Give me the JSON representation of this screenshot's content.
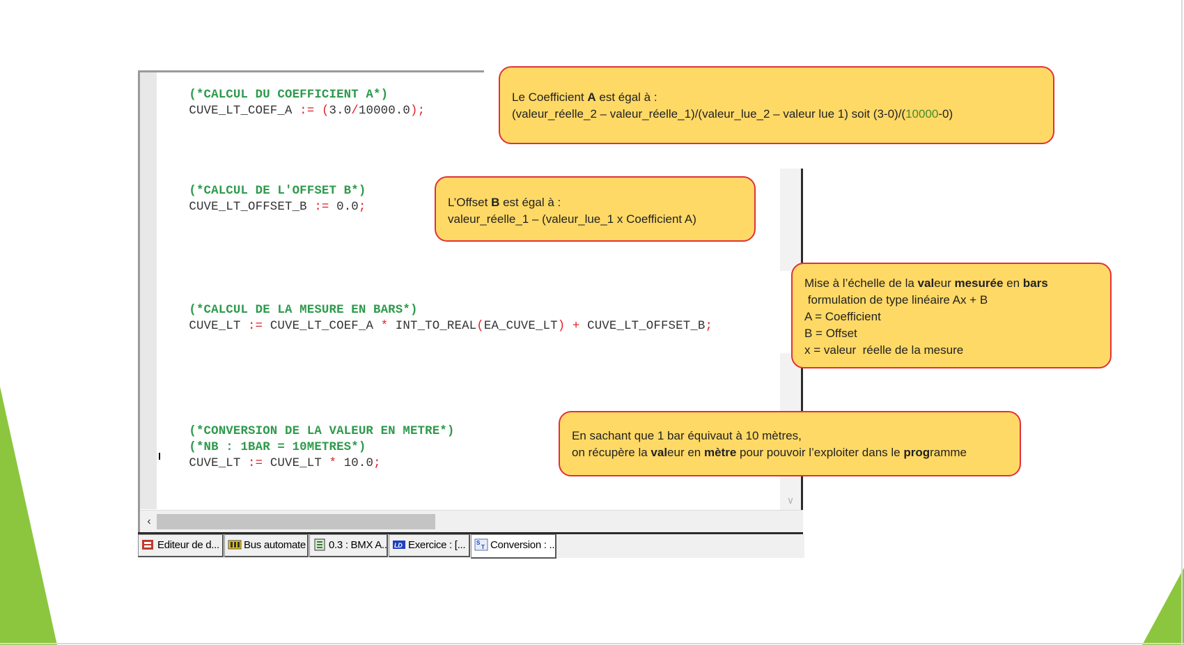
{
  "code": {
    "lines": [
      {
        "comment": "(*CALCUL DU COEFFICIENT A*)"
      },
      {
        "id": "CUVE_LT_COEF_A",
        "op1": " := ",
        "rest": "(3.0/10000.0);"
      },
      {
        "comment": "(*CALCUL DE L'OFFSET B*)"
      },
      {
        "id": "CUVE_LT_OFFSET_B",
        "op1": " := ",
        "rest": "0.0;"
      },
      {
        "comment": "(*CALCUL DE LA MESURE EN BARS*)"
      },
      {
        "id": "CUVE_LT",
        "op1": " := ",
        "rest": "CUVE_LT_COEF_A * INT_TO_REAL(EA_CUVE_LT) + CUVE_LT_OFFSET_B;"
      },
      {
        "comment": "(*CONVERSION DE LA VALEUR EN METRE*)"
      },
      {
        "comment": "(*NB : 1BAR = 10METRES*)"
      },
      {
        "id": "CUVE_LT",
        "op1": " := ",
        "rest": "CUVE_LT * 10.0;"
      }
    ]
  },
  "tabs": [
    {
      "label": "Editeur de d...",
      "icon": "data-editor-icon"
    },
    {
      "label": "Bus automate",
      "icon": "plc-bus-icon"
    },
    {
      "label": "0.3 : BMX A...",
      "icon": "module-icon"
    },
    {
      "label": "Exercice : [...",
      "icon": "ladder-diagram-icon"
    },
    {
      "label": "Conversion : ...",
      "icon": "structured-text-icon"
    }
  ],
  "callouts": {
    "coef": {
      "line1_pre": "Le Coefficient ",
      "line1_bold": "A",
      "line1_post": " est égal à :",
      "line2_pre": "(valeur_réelle_2 – valeur_réelle_1)/(valeur_lue_2 – valeur lue 1) soit (3-0)/(",
      "line2_green": "10000",
      "line2_post": "-0)"
    },
    "offset": {
      "line1_pre": "L’Offset ",
      "line1_bold": "B",
      "line1_post": " est égal à :",
      "line2": "valeur_réelle_1 – (valeur_lue_1 x Coefficient A)"
    },
    "scale": {
      "line1_a": "Mise à l’échelle de la ",
      "line1_b": "val",
      "line1_c": "eur ",
      "line1_d": "mesurée",
      "line1_e": " en ",
      "line1_f": "bars",
      "line2": " formulation de type linéaire Ax + B",
      "line3": "A = Coefficient",
      "line4": "B = Offset",
      "line5": "x = valeur  réelle de la mesure"
    },
    "meters": {
      "line1": "En sachant que 1 bar équivaut à 10 mètres,",
      "line2_a": "on récupère la ",
      "line2_b": "val",
      "line2_c": "eur en ",
      "line2_d": "mètre",
      "line2_e": " pour pouvoir l’exploiter dans le ",
      "line2_f": "prog",
      "line2_g": "ramme"
    }
  },
  "colors": {
    "comment": "#2e9a4c",
    "identifier": "#333333",
    "operator": "#e0202a",
    "callout_fill": "#ffd966",
    "callout_border": "#e0313a",
    "slide_accent": "#8cc63f"
  }
}
